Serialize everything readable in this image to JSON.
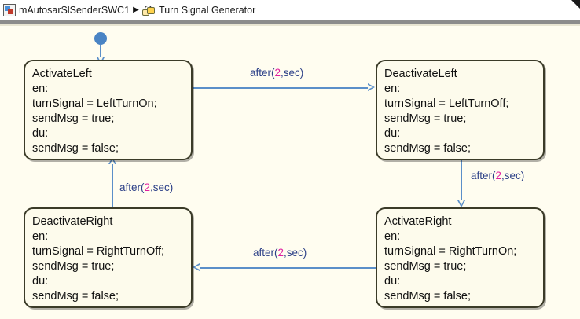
{
  "window": {
    "title": "Turn Signal Generator",
    "corner_indicator": "collapse-triangle"
  },
  "breadcrumb": {
    "items": [
      {
        "label": "mAutosarSlSenderSWC1",
        "icon": "simulink-model-icon"
      },
      {
        "label": "Turn Signal Generator",
        "icon": "stateflow-chart-icon"
      }
    ],
    "separator": "▶"
  },
  "colors": {
    "canvas_background": "#fffdf0",
    "state_fill": "#fdfbec",
    "state_border": "#3b3b28",
    "transition_line": "#5b8fc9",
    "transition_label_text": "#2b3f87",
    "transition_label_number": "#e020a0",
    "default_dot": "#4a84c4",
    "breadcrumb_background": "#ffffff",
    "separator_band": "#8c8c8c"
  },
  "chart": {
    "default_transition": {
      "name": "default-transition",
      "target": "ActivateLeft"
    },
    "states": [
      {
        "id": "activate-left",
        "name": "ActivateLeft",
        "lines": [
          "en:",
          "turnSignal = LeftTurnOn;",
          "sendMsg = true;",
          "du:",
          "sendMsg = false;"
        ]
      },
      {
        "id": "deactivate-left",
        "name": "DeactivateLeft",
        "lines": [
          "en:",
          "turnSignal = LeftTurnOff;",
          "sendMsg = true;",
          "du:",
          "sendMsg = false;"
        ]
      },
      {
        "id": "deactivate-right",
        "name": "DeactivateRight",
        "lines": [
          "en:",
          "turnSignal = RightTurnOff;",
          "sendMsg = true;",
          "du:",
          "sendMsg = false;"
        ]
      },
      {
        "id": "activate-right",
        "name": "ActivateRight",
        "lines": [
          "en:",
          "turnSignal = RightTurnOn;",
          "sendMsg = true;",
          "du:",
          "sendMsg = false;"
        ]
      }
    ],
    "transitions": [
      {
        "id": "t-activate-left-to-deactivate-left",
        "from": "ActivateLeft",
        "to": "DeactivateLeft",
        "direction": "right",
        "label_prefix": "after(",
        "label_number": "2",
        "label_suffix": ",sec)"
      },
      {
        "id": "t-deactivate-left-to-activate-right",
        "from": "DeactivateLeft",
        "to": "ActivateRight",
        "direction": "down",
        "label_prefix": "after(",
        "label_number": "2",
        "label_suffix": ",sec)"
      },
      {
        "id": "t-activate-right-to-deactivate-right",
        "from": "ActivateRight",
        "to": "DeactivateRight",
        "direction": "left",
        "label_prefix": "after(",
        "label_number": "2",
        "label_suffix": ",sec)"
      },
      {
        "id": "t-deactivate-right-to-activate-left",
        "from": "DeactivateRight",
        "to": "ActivateLeft",
        "direction": "up",
        "label_prefix": "after(",
        "label_number": "2",
        "label_suffix": ",sec)"
      }
    ]
  }
}
